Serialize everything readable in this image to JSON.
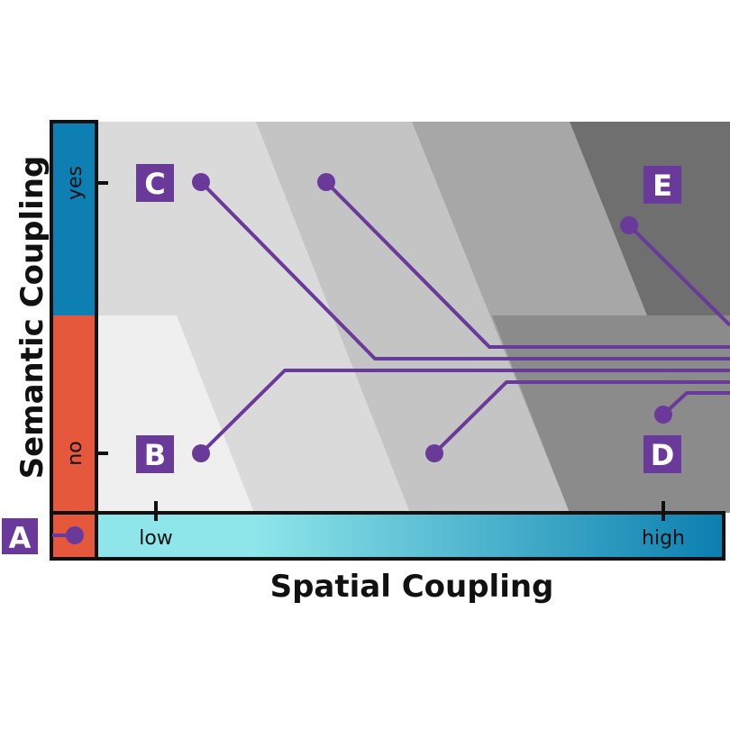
{
  "axes": {
    "x_title": "Spatial Coupling",
    "y_title": "Semantic Coupling",
    "x_ticks": [
      "low",
      "high"
    ],
    "y_ticks": [
      "yes",
      "no"
    ]
  },
  "labels": {
    "A": "A",
    "B": "B",
    "C": "C",
    "D": "D",
    "E": "E"
  },
  "colors": {
    "accent": "#6a3a9a",
    "semantic_yes": "#0e7fb2",
    "semantic_no": "#e6583c",
    "spatial_low": "#8ee6ea",
    "spatial_high": "#0b7fb0",
    "region_1": "#efefef",
    "region_2": "#dadada",
    "region_3": "#c4c4c4",
    "region_4": "#a7a7a7",
    "region_5": "#8b8b8b",
    "region_6": "#6f6f6f"
  },
  "icons": {
    "connector": "dot-line-connector"
  }
}
